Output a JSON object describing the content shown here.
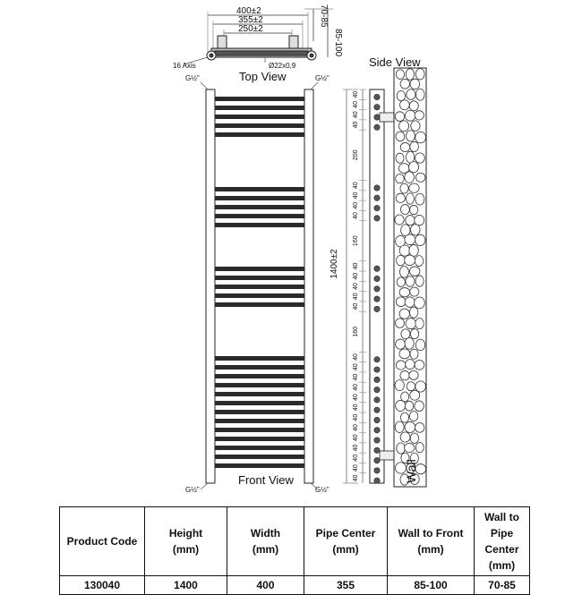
{
  "top_view": {
    "title": "Top View",
    "dim_width": "400±2",
    "dim_pipe_center": "355±2",
    "dim_inner": "250±2",
    "dim_wall_to_pipe": "70-85",
    "dim_wall_to_front": "85-100",
    "pipe_label": "Ø22x0,9",
    "axis_label": "16 Axis"
  },
  "front_view": {
    "title": "Front View",
    "thread_label": "G½\""
  },
  "side_view": {
    "title": "Side View",
    "height_label": "1400±2",
    "wall_label": "Wall",
    "spacing_labels": [
      "40",
      "40",
      "40",
      "40",
      "200",
      "40",
      "40",
      "40",
      "40",
      "160",
      "40",
      "40",
      "40",
      "40",
      "40",
      "160",
      "40",
      "40",
      "40",
      "40",
      "40",
      "40",
      "40",
      "40",
      "40",
      "40",
      "40",
      "40",
      "40"
    ]
  },
  "table": {
    "headers": [
      "Product  Code",
      "Height\n(mm)",
      "Width\n(mm)",
      "Pipe Center\n(mm)",
      "Wall to Front\n(mm)",
      "Wall to Pipe\nCenter\n(mm)"
    ],
    "row": [
      "130040",
      "1400",
      "400",
      "355",
      "85-100",
      "70-85"
    ]
  },
  "colors": {
    "bar": "#2b2b2b",
    "line": "#222222",
    "dim": "#555555"
  }
}
